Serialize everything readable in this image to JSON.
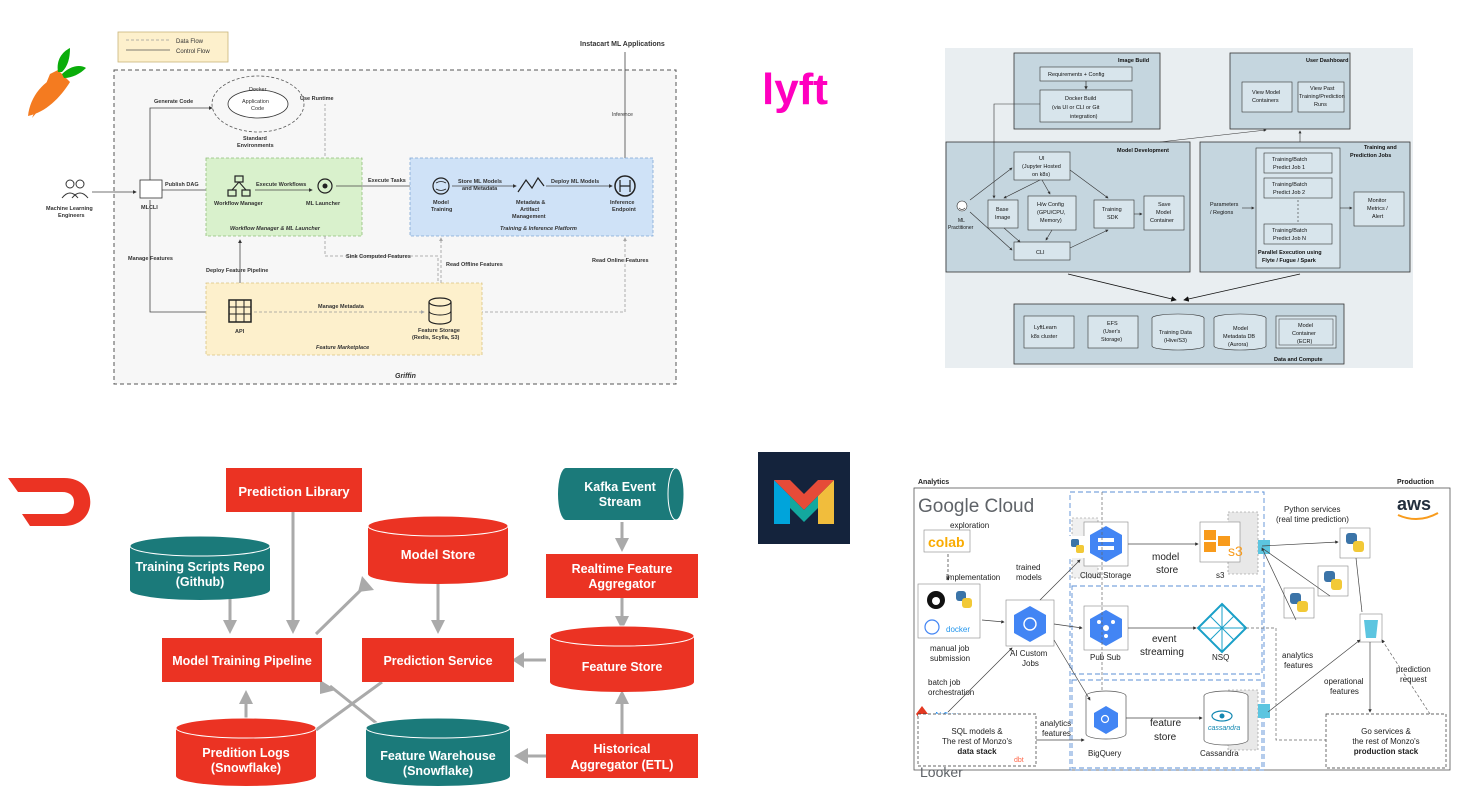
{
  "instacart": {
    "legend": {
      "data_flow": "Data Flow",
      "control_flow": "Control Flow"
    },
    "apps_title": "Instacart ML Applications",
    "inference": "Inference",
    "generate_code": "Generate Code",
    "docker": "Docker",
    "app_code_1": "Application",
    "app_code_2": "Code",
    "use_runtime": "Use Runtime",
    "std_env_1": "Standard",
    "std_env_2": "Environments",
    "mle_1": "Machine Learning",
    "mle_2": "Engineers",
    "mlcli": "MLCLI",
    "publish_dag": "Publish DAG",
    "workflow_manager": "Workflow Manager",
    "execute_workflows": "Execute Workflows",
    "ml_launcher": "ML Launcher",
    "execute_tasks": "Execute Tasks",
    "model_training_1": "Model",
    "model_training_2": "Training",
    "store_models_1": "Store ML Models",
    "store_models_2": "and Metadata",
    "metadata_1": "Metadata &",
    "metadata_2": "Artifact",
    "metadata_3": "Management",
    "deploy_models": "Deploy ML Models",
    "inference_1": "Inference",
    "inference_2": "Endpoint",
    "wm_panel": "Workflow Manager & ML Launcher",
    "tip_panel": "Training & Inference Platform",
    "manage_features": "Manage Features",
    "deploy_pipeline": "Deploy Feature Pipeline",
    "sink_features": "Sink Computed Features",
    "read_offline": "Read Offline Features",
    "read_online": "Read Online Features",
    "api": "API",
    "manage_metadata": "Manage Metadata",
    "fs_1": "Feature Storage",
    "fs_2": "(Redis, Scylla, S3)",
    "marketplace": "Feature Marketplace",
    "griffin": "Griffin"
  },
  "lyft": {
    "logo": "lyft",
    "image_build": "Image Build",
    "req_config": "Requirements + Config",
    "docker_build_1": "Docker Build",
    "docker_build_2": "(via UI or CLI or Git",
    "docker_build_3": "integration)",
    "user_dashboard": "User Dashboard",
    "view_containers_1": "View Model",
    "view_containers_2": "Containers",
    "view_past_1": "View Past",
    "view_past_2": "Training/Prediction",
    "view_past_3": "Runs",
    "model_dev": "Model Development",
    "training_pred_1": "Training and",
    "training_pred_2": "Prediction Jobs",
    "ui_1": "UI",
    "ui_2": "(Jupyter Hosted",
    "ui_3": "on k8s)",
    "ml_practitioner_1": "ML",
    "ml_practitioner_2": "Practitioner",
    "base_image_1": "Base",
    "base_image_2": "Image",
    "hw_1": "H/w Config",
    "hw_2": "(GPU/CPU,",
    "hw_3": "Memory)",
    "training_sdk_1": "Training",
    "training_sdk_2": "SDK",
    "save_model_1": "Save",
    "save_model_2": "Model",
    "save_model_3": "Container",
    "cli": "CLI",
    "params_1": "Parameters",
    "params_2": "/ Regions",
    "job1_1": "Training/Batch",
    "job1_2": "Predict Job 1",
    "job2_1": "Training/Batch",
    "job2_2": "Predict Job 2",
    "jobn_1": "Training/Batch",
    "jobn_2": "Predict Job N",
    "parallel_1": "Parallel Execution using",
    "parallel_2": "Flyte / Fugue / Spark",
    "monitor_1": "Monitor",
    "monitor_2": "Metrics /",
    "monitor_3": "Alert",
    "lyftlearn_1": "LyftLearn",
    "lyftlearn_2": "k8s cluster",
    "efs_1": "EFS",
    "efs_2": "(User's",
    "efs_3": "Storage)",
    "training_data_1": "Training Data",
    "training_data_2": "(Hive/S3)",
    "model_meta_1": "Model",
    "model_meta_2": "Metadata DB",
    "model_meta_3": "(Aurora)",
    "model_container_1": "Model",
    "model_container_2": "Container",
    "model_container_3": "(ECR)",
    "data_compute": "Data and Compute"
  },
  "doordash": {
    "prediction_library": "Prediction Library",
    "training_repo_1": "Training Scripts Repo",
    "training_repo_2": "(Github)",
    "model_store": "Model Store",
    "kafka_1": "Kafka Event",
    "kafka_2": "Stream",
    "realtime_1": "Realtime Feature",
    "realtime_2": "Aggregator",
    "pipeline": "Model Training Pipeline",
    "prediction_service": "Prediction Service",
    "feature_store": "Feature Store",
    "logs_1": "Predition Logs",
    "logs_2": "(Snowflake)",
    "warehouse_1": "Feature Warehouse",
    "warehouse_2": "(Snowflake)",
    "historical_1": "Historical",
    "historical_2": "Aggregator (ETL)"
  },
  "monzo": {
    "analytics": "Analytics",
    "production": "Production",
    "google_cloud": "Google Cloud",
    "aws": "aws",
    "exploration": "exploration",
    "colab": "colab",
    "implementation": "implementation",
    "trained_1": "trained",
    "trained_2": "models",
    "cloud_storage": "Cloud Storage",
    "model_store_1": "model",
    "model_store_2": "store",
    "s3": "s3",
    "python_1": "Python services",
    "python_2": "(real time prediction)",
    "manual_1": "manual job",
    "manual_2": "submission",
    "ai_jobs_1": "AI Custom",
    "ai_jobs_2": "Jobs",
    "pubsub": "Pub Sub",
    "event_1": "event",
    "event_2": "streaming",
    "nsq": "NSQ",
    "analytics_features_r_1": "analytics",
    "analytics_features_r_2": "features",
    "operational_1": "operational",
    "operational_2": "features",
    "prediction_req_1": "prediction",
    "prediction_req_2": "request",
    "batch_1": "batch job",
    "batch_2": "orchestration",
    "airflow": "Airflow",
    "sql_1": "SQL models &",
    "sql_2": "The rest of Monzo's",
    "sql_3": "data stack",
    "dbt": "dbt",
    "analytics_features_l_1": "analytics",
    "analytics_features_l_2": "features",
    "bigquery": "BigQuery",
    "feature_store_1": "feature",
    "feature_store_2": "store",
    "cassandra": "Cassandra",
    "cassandra_logo": "cassandra",
    "go_1": "Go services &",
    "go_2": "the rest of Monzo's",
    "go_3": "production stack",
    "looker": "Looker",
    "docker": "docker",
    "github_icon": "github-icon",
    "python_icon": "python-icon"
  },
  "colors": {
    "doordash_red": "#eb3323",
    "teal": "#1b7a7a",
    "lyft_pink": "#ff00bf",
    "lyft_box": "#c5d6df",
    "instacart_green": "#d9f1cc",
    "instacart_blue": "#cfe2f7",
    "instacart_yellow": "#fdf0cc",
    "gcp_blue": "#4285f4",
    "aws_orange": "#f89b1c"
  }
}
